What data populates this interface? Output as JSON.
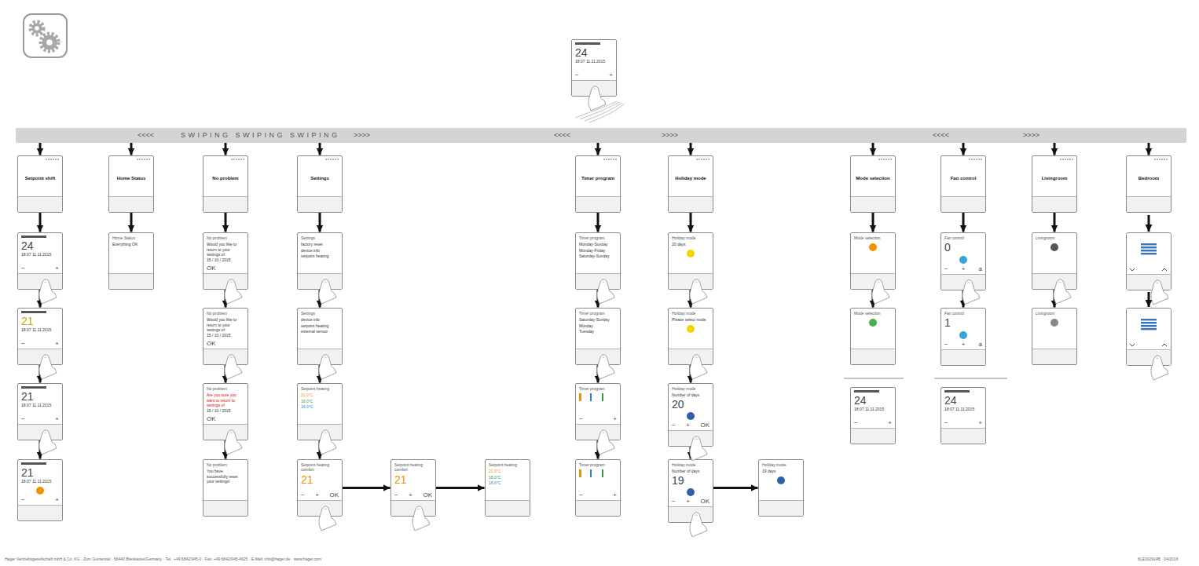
{
  "diagram": {
    "nodes": [
      {
        "text": [
          "<<<<",
          "SWIPING SWIPING SWIPING",
          ">>>>",
          "<<<<",
          ">>>>",
          "<<<<",
          ">>>>"
        ]
      },
      {
        "text": [
          "24",
          "18:07 11.11.2015",
          "−",
          "+"
        ]
      },
      {
        "text": [
          "Setpoint shift"
        ]
      },
      {
        "text": [
          "24",
          "18:07 11.11.2015",
          "−",
          "+"
        ]
      },
      {
        "text": [
          "21",
          "18:07 11.11.2015",
          "−",
          "+"
        ]
      },
      {
        "text": [
          "21",
          "18:07 11.11.2015",
          "−",
          "+"
        ]
      },
      {
        "text": [
          "21",
          "18:07 11.11.2015",
          "−",
          "+"
        ]
      },
      {
        "text": [
          "Home Status"
        ]
      },
      {
        "text": [
          "Home Status",
          "Everything OK"
        ]
      },
      {
        "text": [
          "No problem"
        ]
      },
      {
        "text": [
          "No problem",
          "Would you like to return to your settings of",
          "15 / 10 / 2015",
          "OK"
        ]
      },
      {
        "text": [
          "No problem",
          "Would you like to return to your settings of",
          "15 / 10 / 2015",
          "OK"
        ]
      },
      {
        "text": [
          "No problem",
          "Are you sure you want to return to settings of",
          "15 / 10 / 2015",
          "OK"
        ]
      },
      {
        "text": [
          "No problem",
          "You have successfully reset your settings!"
        ]
      },
      {
        "text": [
          "Settings"
        ]
      },
      {
        "text": [
          "Settings",
          "factory reset",
          "device info",
          "setpoint heating"
        ]
      },
      {
        "text": [
          "Settings",
          "device info",
          "setpoint heating",
          "external sensor"
        ]
      },
      {
        "text": [
          "Setpoint heating",
          "21.0°C",
          "18.0°C",
          "16.0°C"
        ]
      },
      {
        "text": [
          "Setpoint heating comfort",
          "21",
          "−",
          "+",
          "OK"
        ]
      },
      {
        "text": [
          "Setpoint heating comfort",
          "21",
          "−",
          "+",
          "OK"
        ]
      },
      {
        "text": [
          "Setpoint heating",
          "21.0°C",
          "18.0°C",
          "16.0°C"
        ]
      },
      {
        "text": [
          "Timer program"
        ]
      },
      {
        "text": [
          "Timer program",
          "Monday-Sunday",
          "Monday-Friday",
          "Saturday-Sunday"
        ]
      },
      {
        "text": [
          "Timer program",
          "Saturday-Sunday",
          "Monday",
          "Tuesday"
        ]
      },
      {
        "text": [
          "Timer program",
          "−",
          "+"
        ]
      },
      {
        "text": [
          "Timer program",
          "−",
          "+"
        ]
      },
      {
        "text": [
          "Holiday mode"
        ]
      },
      {
        "text": [
          "Holiday mode",
          "20 days"
        ]
      },
      {
        "text": [
          "Holiday mode",
          "Please select mode"
        ]
      },
      {
        "text": [
          "Holiday mode",
          "Number of days",
          "20",
          "−",
          "+",
          "OK"
        ]
      },
      {
        "text": [
          "Holiday mode",
          "Number of days",
          "19",
          "−",
          "+",
          "OK"
        ]
      },
      {
        "text": [
          "Holiday mode",
          "19 days"
        ]
      },
      {
        "text": [
          "Mode selection"
        ]
      },
      {
        "text": [
          "Mode selection"
        ]
      },
      {
        "text": [
          "Mode selection"
        ]
      },
      {
        "text": [
          "24",
          "18:07 11.11.2015",
          "−",
          "+"
        ]
      },
      {
        "text": [
          "Fan control"
        ]
      },
      {
        "text": [
          "Fan control",
          "0",
          "−",
          "+",
          "a"
        ]
      },
      {
        "text": [
          "Fan control",
          "1",
          "−",
          "+",
          "a"
        ]
      },
      {
        "text": [
          "24",
          "18:07 11.11.2015",
          "−",
          "+"
        ]
      },
      {
        "text": [
          "Livingroom"
        ]
      },
      {
        "text": [
          "Livingroom"
        ]
      },
      {
        "text": [
          "Livingroom"
        ]
      },
      {
        "text": [
          "Bedroom"
        ]
      }
    ],
    "edges": [
      {
        "from": 0,
        "to": 2,
        "arrow": "to"
      },
      {
        "from": 0,
        "to": 7,
        "arrow": "to"
      },
      {
        "from": 0,
        "to": 9,
        "arrow": "to"
      },
      {
        "from": 0,
        "to": 14,
        "arrow": "to"
      },
      {
        "from": 0,
        "to": 21,
        "arrow": "to"
      },
      {
        "from": 0,
        "to": 26,
        "arrow": "to"
      },
      {
        "from": 0,
        "to": 32,
        "arrow": "to"
      },
      {
        "from": 0,
        "to": 36,
        "arrow": "to"
      },
      {
        "from": 0,
        "to": 40,
        "arrow": "to"
      },
      {
        "from": 0,
        "to": 43,
        "arrow": "to"
      },
      {
        "from": 2,
        "to": 3,
        "arrow": "to"
      },
      {
        "from": 3,
        "to": 4,
        "arrow": "to"
      },
      {
        "from": 4,
        "to": 5,
        "arrow": "to"
      },
      {
        "from": 5,
        "to": 6,
        "arrow": "to"
      },
      {
        "from": 7,
        "to": 8,
        "arrow": "to"
      },
      {
        "from": 9,
        "to": 10,
        "arrow": "to"
      },
      {
        "from": 10,
        "to": 11,
        "arrow": "to"
      },
      {
        "from": 11,
        "to": 12,
        "arrow": "to"
      },
      {
        "from": 12,
        "to": 13,
        "arrow": "to"
      },
      {
        "from": 14,
        "to": 15,
        "arrow": "to"
      },
      {
        "from": 15,
        "to": 16,
        "arrow": "to"
      },
      {
        "from": 16,
        "to": 17,
        "arrow": "to"
      },
      {
        "from": 17,
        "to": 18,
        "arrow": "to"
      },
      {
        "from": 18,
        "to": 19,
        "arrow": "to"
      },
      {
        "from": 19,
        "to": 20,
        "arrow": "to"
      },
      {
        "from": 21,
        "to": 22,
        "arrow": "to"
      },
      {
        "from": 22,
        "to": 23,
        "arrow": "to"
      },
      {
        "from": 23,
        "to": 24,
        "arrow": "to"
      },
      {
        "from": 24,
        "to": 25,
        "arrow": "to"
      },
      {
        "from": 26,
        "to": 27,
        "arrow": "to"
      },
      {
        "from": 27,
        "to": 28,
        "arrow": "to"
      },
      {
        "from": 28,
        "to": 29,
        "arrow": "to"
      },
      {
        "from": 29,
        "to": 30,
        "arrow": "to"
      },
      {
        "from": 30,
        "to": 31,
        "arrow": "to"
      },
      {
        "from": 32,
        "to": 33,
        "arrow": "to"
      },
      {
        "from": 33,
        "to": 34,
        "arrow": "to"
      },
      {
        "from": 36,
        "to": 37,
        "arrow": "to"
      },
      {
        "from": 37,
        "to": 38,
        "arrow": "to"
      },
      {
        "from": 40,
        "to": 41,
        "arrow": "to"
      },
      {
        "from": 41,
        "to": 42,
        "arrow": "to"
      }
    ],
    "labels": [
      "Hager Vertriebsgesellschaft mbH & Co. KG · Zum Gunterstal · 66440 Blieskastel/Germany · Tel.: +49 6842/945-0 · Fax: +49 6842/945-4625 · E-Mail: info@hager.de · www.hager.com",
      "6LE002914B · 04/2016"
    ]
  }
}
